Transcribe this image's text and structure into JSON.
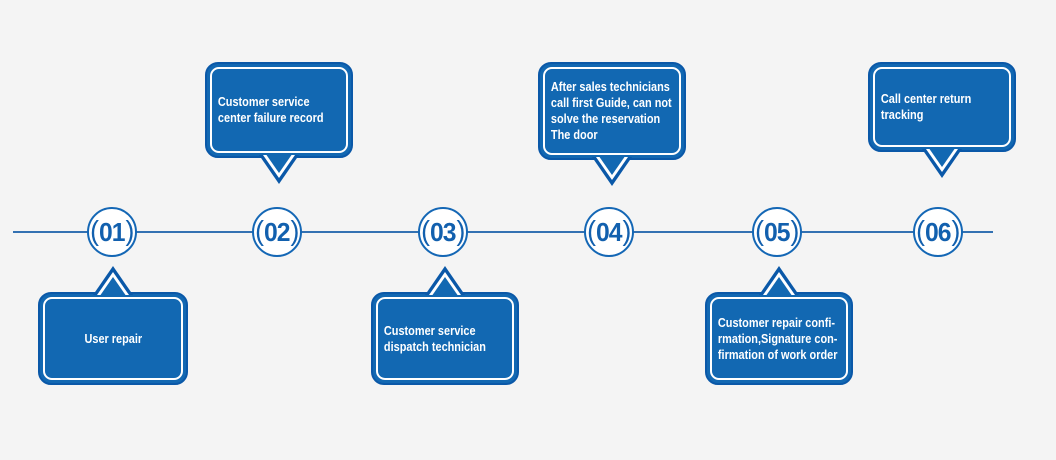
{
  "diagram": {
    "background_color": "#f4f4f4",
    "bubble_fill_color": "#1268b2",
    "bubble_border_color": "#0a58a8",
    "circle_ring_color": "#1467b5",
    "number_color": "#1260ae",
    "timeline_color": "#3371b2",
    "text_color": "#ffffff"
  },
  "steps": [
    {
      "number": "01",
      "label": "User repair",
      "bubble_position": "bottom"
    },
    {
      "number": "02",
      "label": "Customer service\ncenter failure record",
      "bubble_position": "top"
    },
    {
      "number": "03",
      "label": "Customer service\ndispatch technician",
      "bubble_position": "bottom"
    },
    {
      "number": "04",
      "label": "After sales technicians\ncall first Guide, can not\nsolve the reservation\nThe door",
      "bubble_position": "top"
    },
    {
      "number": "05",
      "label": "Customer repair confi-\nrmation,Signature con-\nfirmation of work order",
      "bubble_position": "bottom"
    },
    {
      "number": "06",
      "label": "Call center return\ntracking",
      "bubble_position": "top"
    }
  ]
}
